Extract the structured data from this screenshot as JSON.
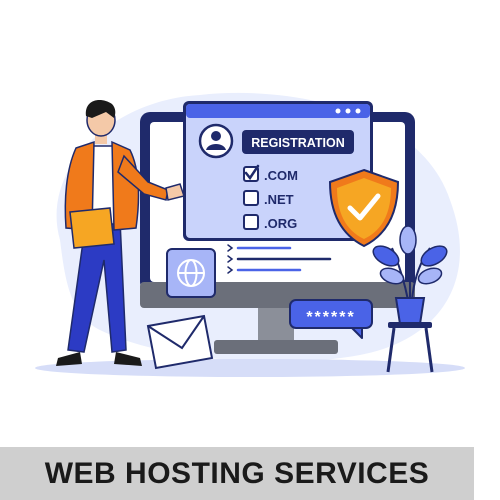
{
  "illustration": {
    "registration_label": "REGISTRATION",
    "domains": [
      {
        "label": ".COM",
        "checked": true
      },
      {
        "label": ".NET",
        "checked": false
      },
      {
        "label": ".ORG",
        "checked": false
      }
    ],
    "password_mask": "******",
    "icons": [
      "user-icon",
      "shield-check-icon",
      "globe-icon",
      "envelope-icon",
      "plant-icon",
      "window-dots-icon"
    ],
    "colors": {
      "navy": "#1f2a6b",
      "blue": "#4a63e7",
      "light_blue": "#c9d3fb",
      "screen_blue": "#dde3fd",
      "orange": "#f07a1b",
      "gold": "#f6a623",
      "monitor_grey": "#6b6f7a"
    }
  },
  "banner": {
    "title": "WEB HOSTING SERVICES"
  }
}
